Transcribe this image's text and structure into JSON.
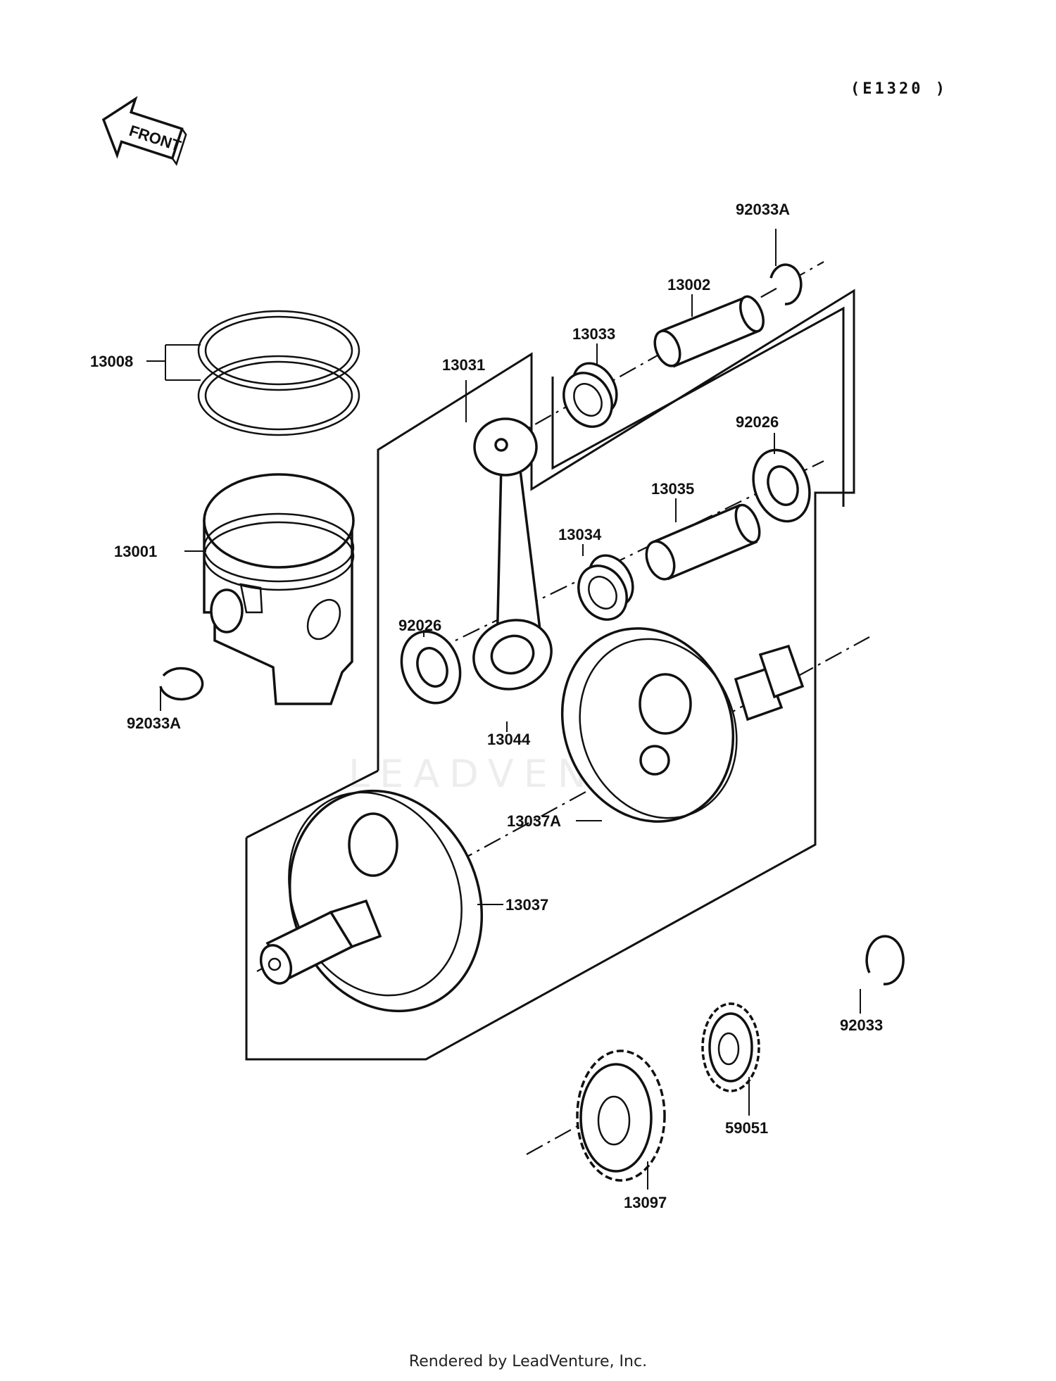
{
  "diagram": {
    "code": "(E1320 )",
    "front_label": "FRONT",
    "watermark": "LEADVENTURE",
    "parts": {
      "p13008": "13008",
      "p13001": "13001",
      "p92033A_left": "92033A",
      "p13031": "13031",
      "p13033": "13033",
      "p13002": "13002",
      "p92033A_top": "92033A",
      "p92026_right": "92026",
      "p13035": "13035",
      "p13034": "13034",
      "p92026_left": "92026",
      "p13044": "13044",
      "p13037A": "13037A",
      "p13037": "13037",
      "p92033": "92033",
      "p59051": "59051",
      "p13097": "13097"
    }
  },
  "footer": "Rendered by LeadVenture, Inc."
}
